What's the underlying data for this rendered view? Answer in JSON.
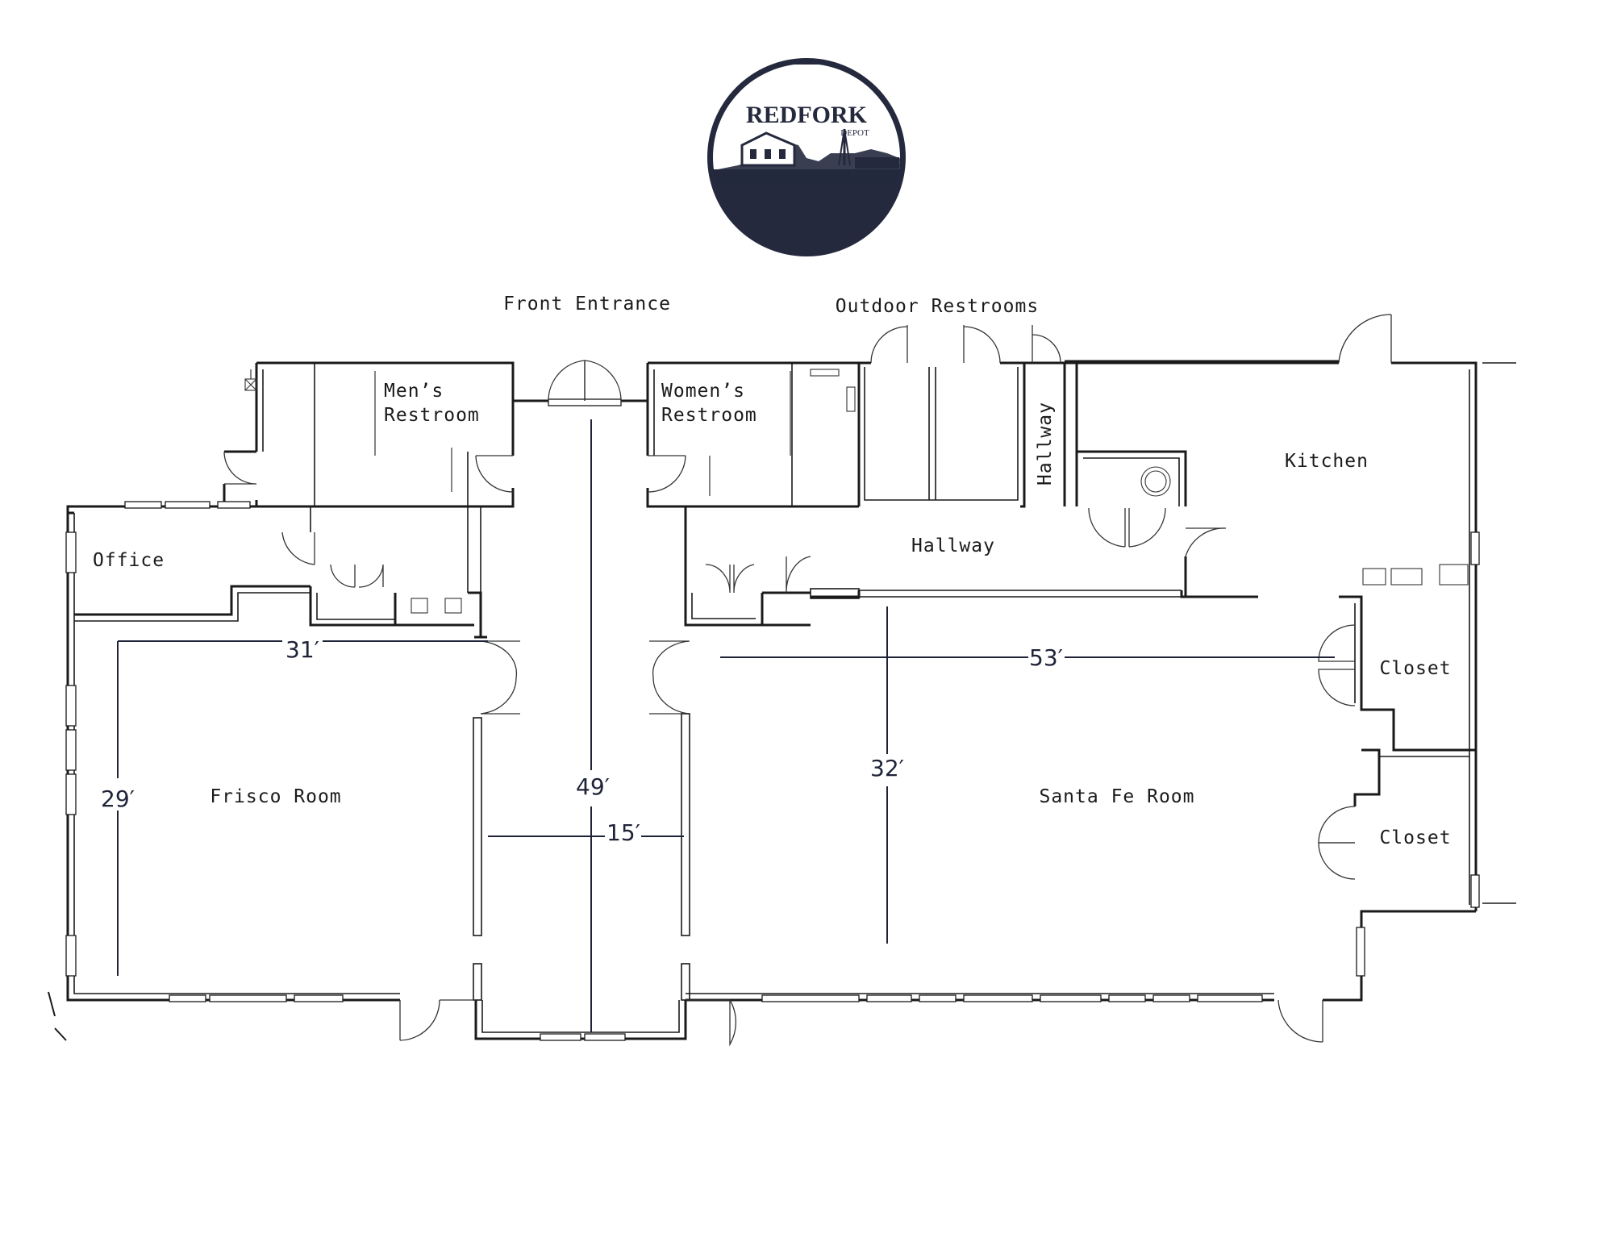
{
  "logo": {
    "name": "REDFORK",
    "sub": "DEPOT"
  },
  "labels": {
    "front_entrance": "Front Entrance",
    "outdoor_restrooms": "Outdoor Restrooms",
    "mens_restroom_1": "Men’s",
    "mens_restroom_2": "Restroom",
    "womens_restroom_1": "Women’s",
    "womens_restroom_2": "Restroom",
    "hallway_vertical": "Hallway",
    "kitchen": "Kitchen",
    "office": "Office",
    "hallway": "Hallway",
    "closet_upper": "Closet",
    "closet_lower": "Closet",
    "frisco_room": "Frisco Room",
    "santa_fe_room": "Santa Fe Room"
  },
  "dimensions": {
    "frisco_width": "31′",
    "frisco_depth": "29′",
    "lobby_length": "49′",
    "lobby_width": "15′",
    "santa_fe_width": "53′",
    "santa_fe_depth": "32′"
  },
  "colors": {
    "logo_navy": "#24293d",
    "dimension_ink": "#1f2338"
  }
}
